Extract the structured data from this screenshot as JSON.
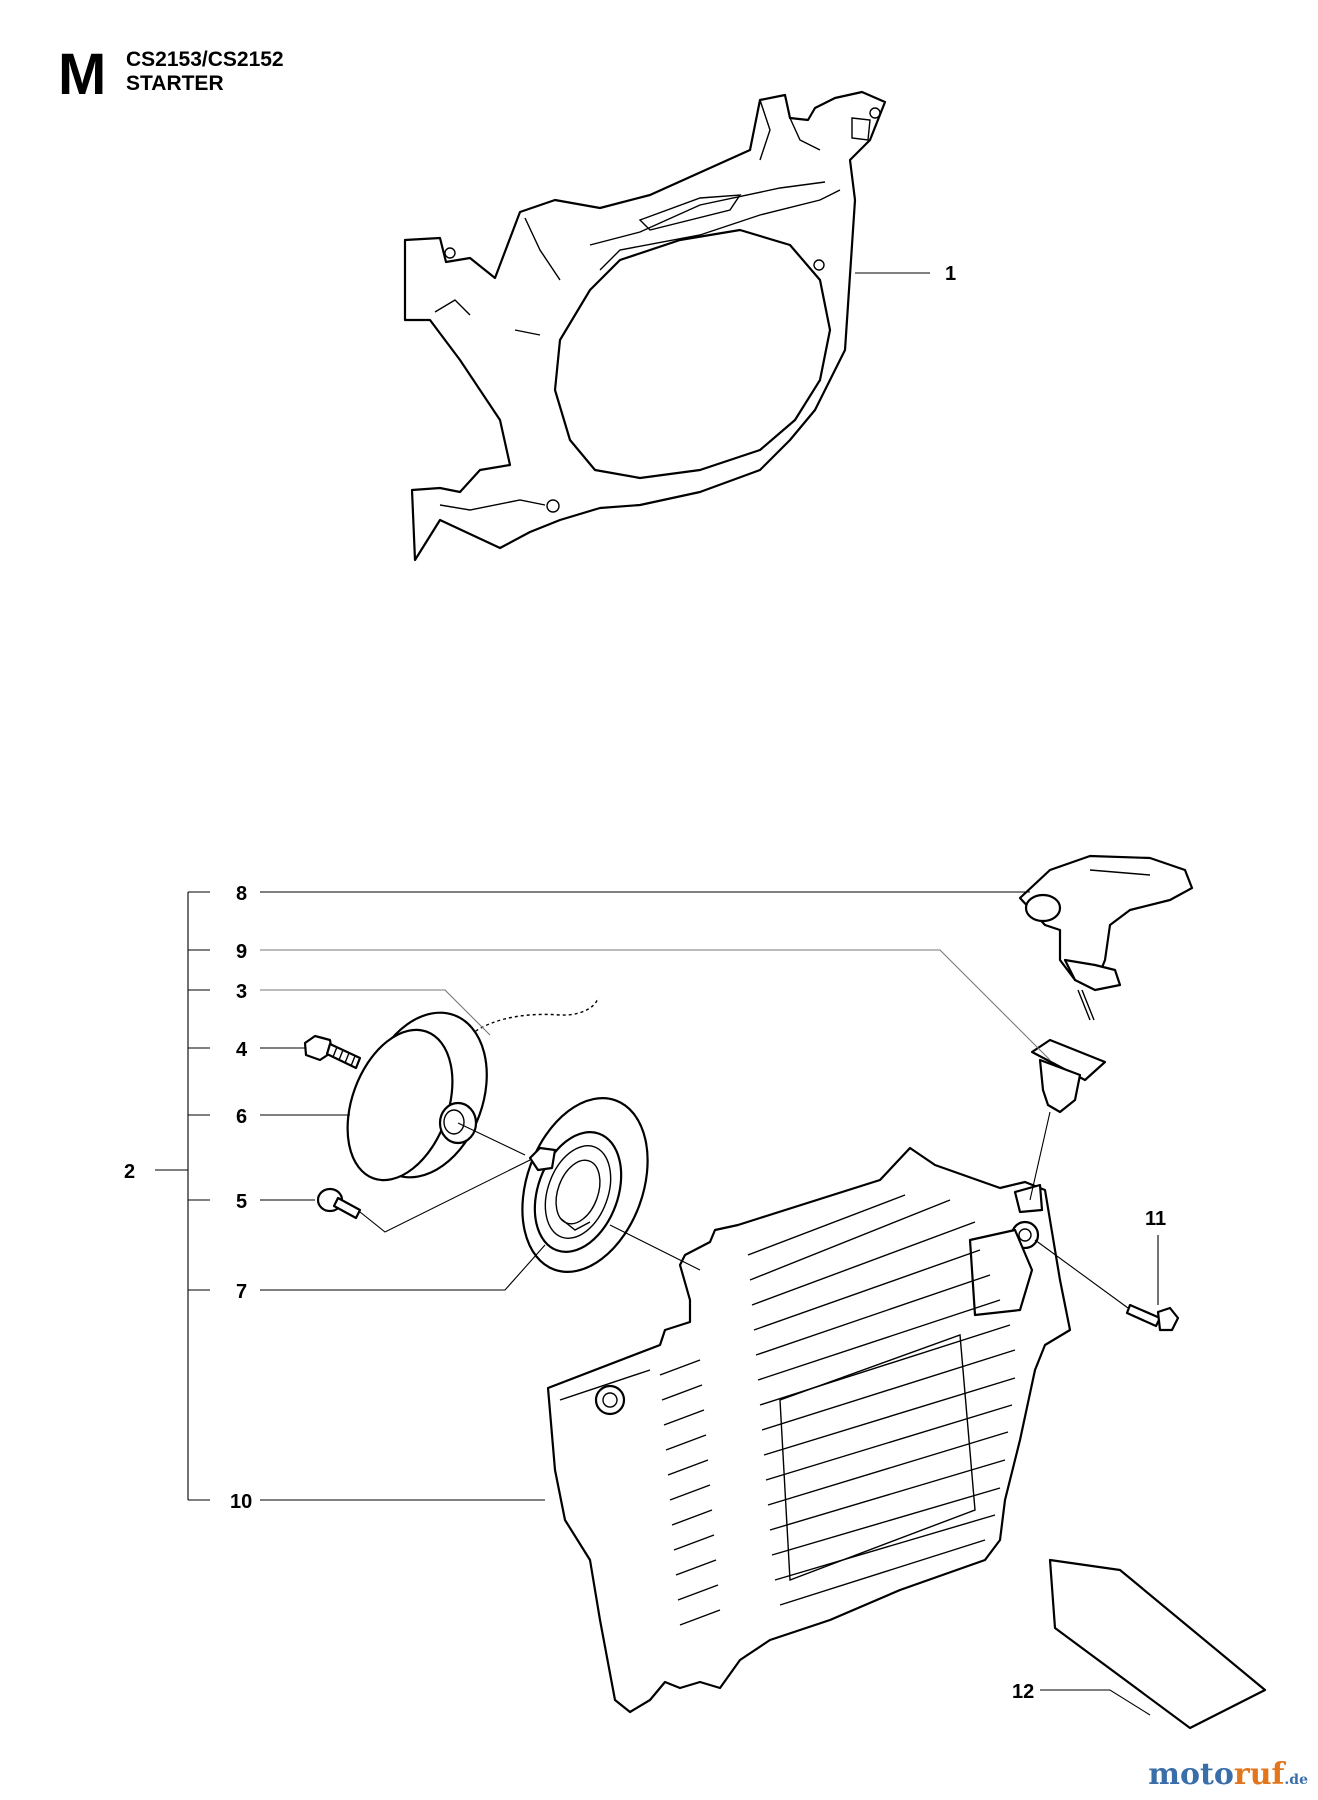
{
  "header": {
    "section_letter": "M",
    "model": "CS2153/CS2152",
    "title": "STARTER"
  },
  "callouts": {
    "c1": "1",
    "c2": "2",
    "c3": "3",
    "c4": "4",
    "c5": "5",
    "c6": "6",
    "c7": "7",
    "c8": "8",
    "c9": "9",
    "c10": "10",
    "c11": "11",
    "c12": "12"
  },
  "watermark": {
    "part_a": "moto",
    "part_b": "ruf",
    "part_c": ".de"
  }
}
